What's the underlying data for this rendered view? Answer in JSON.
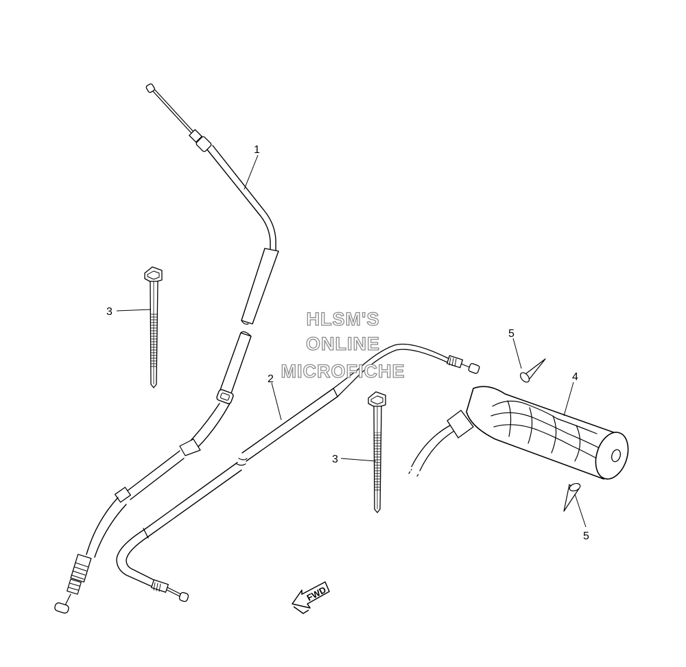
{
  "watermark": {
    "line1": "HLSM'S",
    "line2": "ONLINE",
    "line3": "MICROFICHE"
  },
  "callouts": {
    "cable_1": "1",
    "cable_2": "2",
    "tie_left": "3",
    "tie_right": "3",
    "grip": "4",
    "rivet_top": "5",
    "rivet_bottom": "5"
  },
  "direction_badge": "FWD",
  "colors": {
    "line": "#000000",
    "watermark_stroke": "#8a8a8a",
    "background": "#ffffff"
  }
}
